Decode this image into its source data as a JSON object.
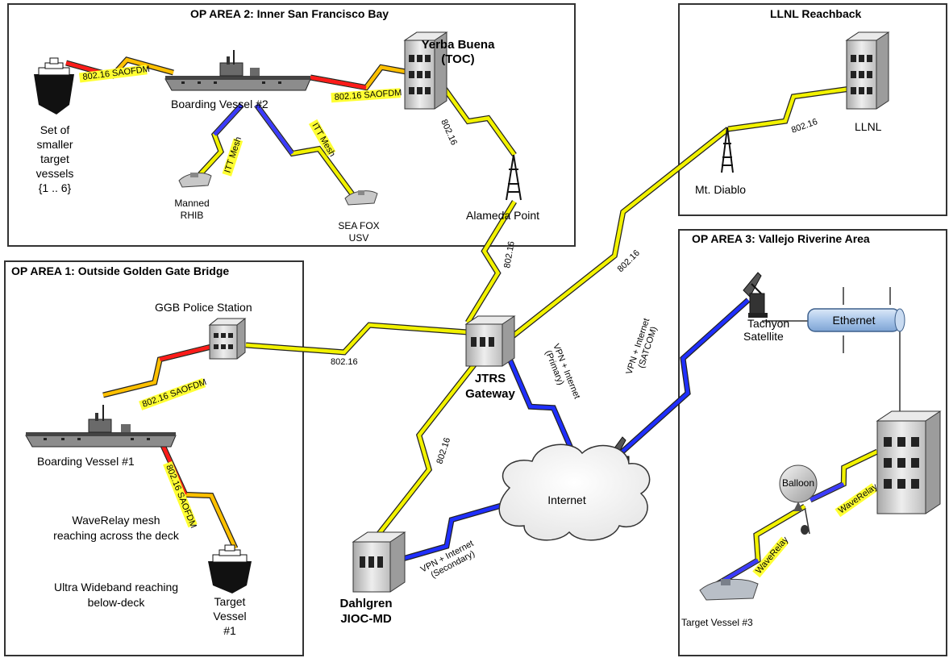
{
  "op_area_2": {
    "title": "OP AREA 2: Inner San Francisco Bay",
    "yerba_buena": [
      "Yerba Buena",
      "(TOC)"
    ],
    "boarding_vessel_2": "Boarding Vessel #2",
    "smaller_targets": [
      "Set of",
      "smaller",
      "target",
      "vessels",
      "{1 .. 6}"
    ],
    "manned_rhib": [
      "Manned",
      "RHIB"
    ],
    "sea_fox": [
      "SEA FOX",
      "USV"
    ],
    "link_sofdm_a": "802.16 SAOFDM",
    "link_sofdm_b": "802.16 SAOFDM",
    "link_itt_a": "ITT Mesh",
    "link_itt_b": "ITT Mesh",
    "link_yb_alameda": "802.16"
  },
  "llnl": {
    "title": "LLNL Reachback",
    "llnl_label": "LLNL",
    "diablo_label": "Mt. Diablo",
    "link": "802.16"
  },
  "op_area_1": {
    "title": "OP AREA 1: Outside Golden Gate Bridge",
    "ggb": "GGB Police Station",
    "boarding_vessel_1": "Boarding Vessel #1",
    "wave_relay_note": [
      "WaveRelay mesh",
      "reaching across the deck"
    ],
    "uwb_note": [
      "Ultra Wideband reaching",
      "below-deck"
    ],
    "target_vessel_1": [
      "Target",
      "Vessel",
      "#1"
    ],
    "link_ggb_bv1": "802.16 SAOFDM",
    "link_bv1_tv1": "802.16 SAOFDM"
  },
  "op_area_3": {
    "title": "OP AREA 3: Vallejo Riverine Area",
    "satellite": [
      "Tachyon",
      "Satellite"
    ],
    "ethernet": "Ethernet",
    "balloon": "Balloon",
    "target_vessel_3": "Target Vessel #3",
    "link_wr_a": "WaveRelay",
    "link_wr_b": "WaveRelay"
  },
  "center": {
    "alameda": "Alameda Point",
    "gateway": [
      "JTRS",
      "Gateway"
    ],
    "dtra": [
      "Dahlgren",
      "JIOC-MD"
    ],
    "internet": "Internet",
    "link_alameda_gw": "802.16",
    "link_ggb_gw": "802.16",
    "link_gw_diablo": "802.16",
    "link_gw_dtra": "802.16",
    "link_primary": [
      "VPN + Internet",
      "(Primary)"
    ],
    "link_secondary": [
      "VPN + Internet",
      "(Secondary)"
    ],
    "link_satcom": [
      "VPN + Internet",
      "(SATCOM)"
    ]
  },
  "colors": {
    "link_80216": "#f2f200",
    "link_sofdm_red": "#ff1a1a",
    "link_sofdm_orange": "#ffc000",
    "link_itt_blue": "#3a3aff",
    "link_vpn_blue": "#1f2fff",
    "ethernet_fill": "#a9c6ea",
    "ship_gray": "#8c8c8c",
    "building_gray": "#d8d8d8"
  }
}
